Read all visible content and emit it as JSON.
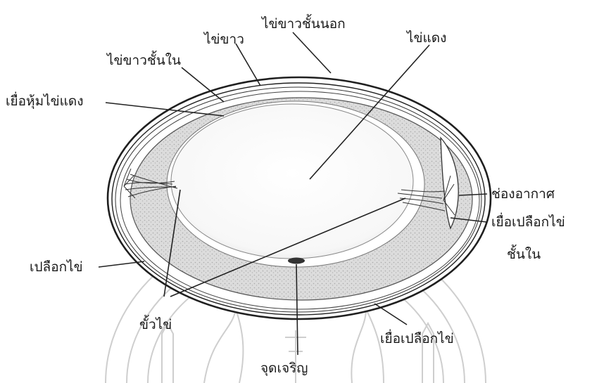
{
  "labels": {
    "outer_albumen": "ไข่ขาวชั้นนอก",
    "albumen": "ไข่ขาว",
    "inner_albumen": "ไข่ขาวชั้นใน",
    "yolk": "ไข่แดง",
    "vitelline_membrane": "เยื่อหุ้มไข่แดง",
    "air_cell": "ช่องอากาศ",
    "inner_shell_membrane_line1": "เยื่อเปลือกไข่",
    "inner_shell_membrane_line2": "ชั้นใน",
    "shell": "เปลือกไข่",
    "chalaza": "ขั้วไข่",
    "outer_shell_membrane": "เยื่อเปลือกไข่",
    "germinal_disc": "จุดเจริญ"
  }
}
